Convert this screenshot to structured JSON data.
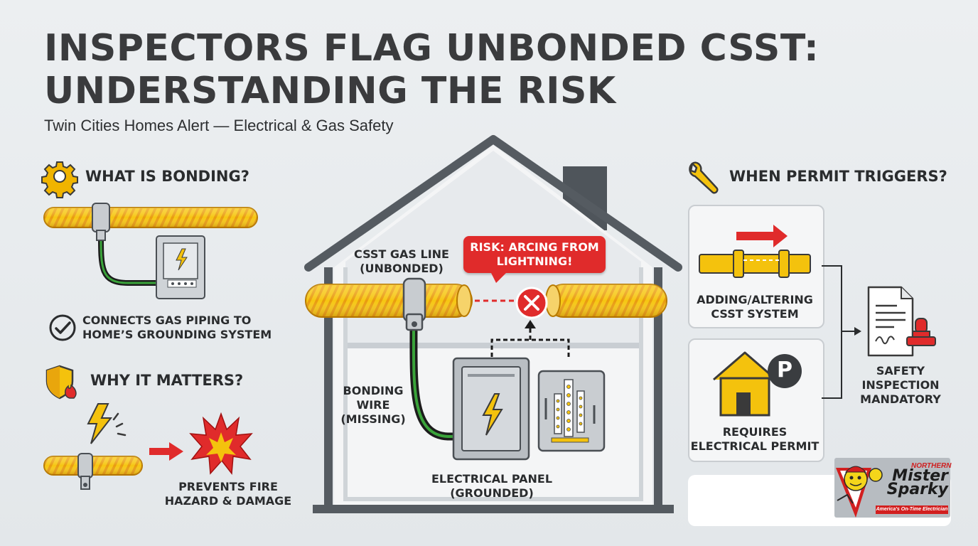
{
  "title_line1": "INSPECTORS FLAG UNBONDED CSST:",
  "title_line2": "UNDERSTANDING THE RISK",
  "subtitle": "Twin Cities Homes Alert — Electrical & Gas Safety",
  "left": {
    "bonding_heading": "WHAT IS BONDING?",
    "bonding_caption_1": "CONNECTS GAS PIPING TO",
    "bonding_caption_2": "HOME’S GROUNDING SYSTEM",
    "matters_heading": "WHY IT MATTERS?",
    "fire_caption_1": "PREVENTS FIRE",
    "fire_caption_2": "HAZARD & DAMAGE"
  },
  "house": {
    "gas_line_1": "CSST GAS LINE",
    "gas_line_2": "(UNBONDED)",
    "risk_1": "RISK: ARCING FROM",
    "risk_2": "LIGHTNING!",
    "bonding_wire_1": "BONDING",
    "bonding_wire_2": "WIRE",
    "bonding_wire_3": "(MISSING)",
    "panel_1": "ELECTRICAL PANEL",
    "panel_2": "(GROUNDED)"
  },
  "right": {
    "permit_heading": "WHEN PERMIT TRIGGERS?",
    "card1_line1": "ADDING/ALTERING",
    "card1_line2": "CSST SYSTEM",
    "card2_line1": "REQUIRES",
    "card2_line2": "ELECTRICAL PERMIT",
    "parking_letter": "P",
    "result_1": "SAFETY",
    "result_2": "INSPECTION",
    "result_3": "MANDATORY"
  },
  "logo": {
    "north": "NORTHERN",
    "name_1": "Mister",
    "name_2": "Sparky",
    "tagline": "America's On-Time Electrician"
  },
  "icons": [
    "gear-icon",
    "check-circle-icon",
    "shield-fire-icon",
    "wrench-icon",
    "lightning-icon",
    "x-circle-icon",
    "house-icon",
    "document-stamp-icon",
    "arrow-right-icon"
  ],
  "colors": {
    "pipe_yellow": "#f4c20d",
    "pipe_orange": "#e9a60c",
    "alert_red": "#e02b2b",
    "bonding_green": "#2e7d32",
    "house_gray": "#555b61"
  }
}
